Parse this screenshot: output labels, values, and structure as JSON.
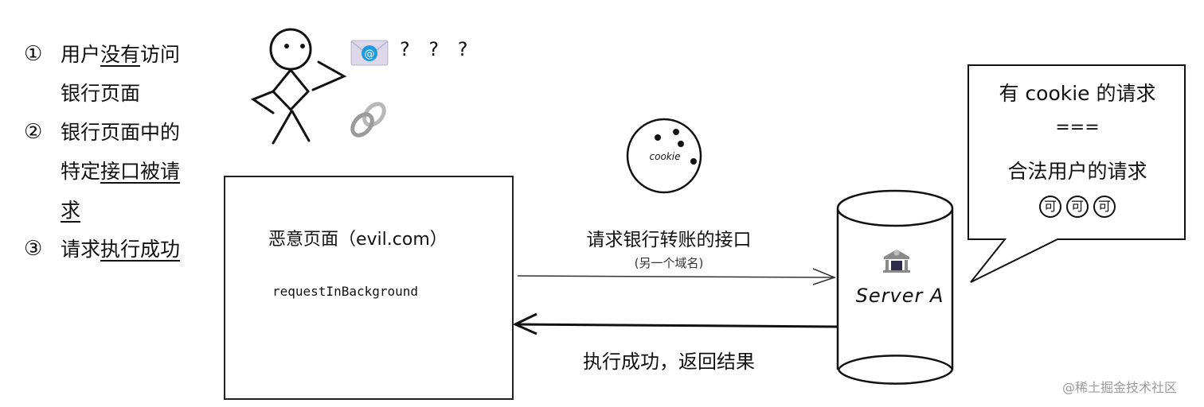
{
  "steps": [
    {
      "num": "①",
      "parts": [
        {
          "text": "用户",
          "u": false
        },
        {
          "text": "没有",
          "u": true
        },
        {
          "text": "访问",
          "u": false
        }
      ],
      "line2": [
        {
          "text": "银行页面",
          "u": false
        }
      ]
    },
    {
      "num": "②",
      "parts": [
        {
          "text": "银行页面中的",
          "u": false
        }
      ],
      "line2": [
        {
          "text": "特定",
          "u": false
        },
        {
          "text": "接口被请",
          "u": true
        }
      ],
      "line3": [
        {
          "text": "求",
          "u": true
        }
      ]
    },
    {
      "num": "③",
      "parts": [
        {
          "text": "请求",
          "u": false
        },
        {
          "text": "执行成功",
          "u": true
        }
      ]
    }
  ],
  "steps_text": {
    "s1_a": "用户",
    "s1_b": "没有",
    "s1_c": "访问",
    "s1_d": "银行页面",
    "s2_a": "银行页面中的",
    "s2_b": "特定",
    "s2_c": "接口被请",
    "s2_d": "求",
    "s3_a": "请求",
    "s3_b": "执行成功",
    "n1": "①",
    "n2": "②",
    "n3": "③"
  },
  "user_figure": {
    "icons": [
      "stick-figure",
      "email-icon",
      "link-icon"
    ],
    "confusion": "? ? ?"
  },
  "cookie": {
    "label": "cookie"
  },
  "evil_page": {
    "title": "恶意页面（evil.com）",
    "code": "requestInBackground"
  },
  "request_arrow": {
    "label": "请求银行转账的接口",
    "sublabel": "(另一个域名)"
  },
  "response_arrow": {
    "label": "执行成功，返回结果"
  },
  "server": {
    "icon": "bank-icon",
    "label": "Server A"
  },
  "speech_bubble": {
    "line1": "有 cookie 的请求",
    "line2": "===",
    "line3": "合法用户的请求",
    "emoji": [
      "可",
      "可",
      "可"
    ]
  },
  "watermark": "@稀土掘金技术社区",
  "colors": {
    "stroke": "#111111",
    "email_blue": "#1e9be0",
    "email_envelope": "#dcd8ea",
    "link_gray": "#9a9a9a",
    "bank_gray": "#8a8a8a",
    "watermark": "#9a9a9a"
  }
}
